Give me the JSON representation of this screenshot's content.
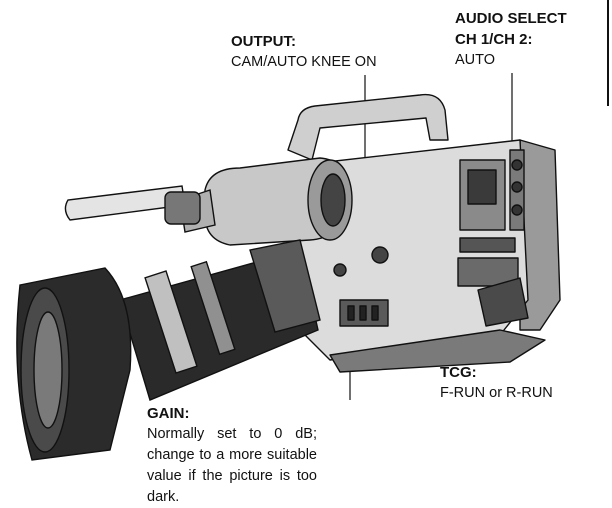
{
  "callouts": {
    "output": {
      "title": "OUTPUT:",
      "value": "CAM/AUTO KNEE ON"
    },
    "audio_select": {
      "title_line1": "AUDIO SELECT",
      "title_line2": "CH 1/CH 2:",
      "value": "AUTO"
    },
    "tcg": {
      "title": "TCG:",
      "value": "F-RUN or R-RUN"
    },
    "gain": {
      "title": "GAIN:",
      "value": "Normally set to 0 dB; change to a more suitable value if the picture is too dark."
    }
  },
  "colors": {
    "ink": "#111111",
    "body_light": "#e4e4e4",
    "body_mid": "#b8b8b8",
    "body_dark": "#6a6a6a",
    "lens_dark": "#2a2a2a"
  }
}
